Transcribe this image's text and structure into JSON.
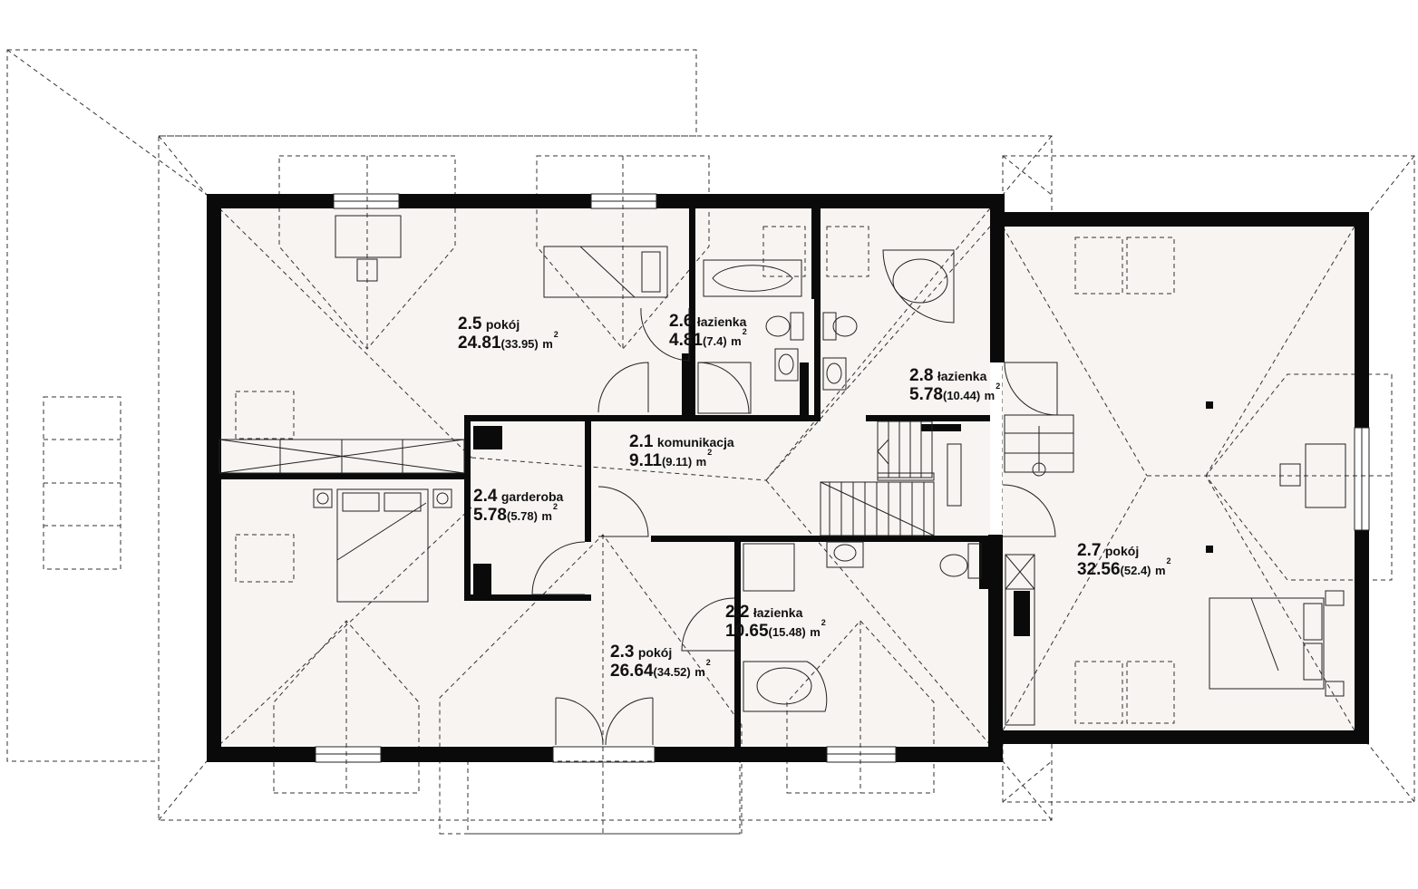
{
  "rooms": {
    "r21": {
      "num": "2.1",
      "name": "komunikacja",
      "area": "9.11",
      "total": "(9.11)",
      "unit": "m",
      "exp": "2"
    },
    "r22": {
      "num": "2.2",
      "name": "łazienka",
      "area": "10.65",
      "total": "(15.48)",
      "unit": "m",
      "exp": "2"
    },
    "r23": {
      "num": "2.3",
      "name": "pokój",
      "area": "26.64",
      "total": "(34.52)",
      "unit": "m",
      "exp": "2"
    },
    "r24": {
      "num": "2.4",
      "name": "garderoba",
      "area": "5.78",
      "total": "(5.78)",
      "unit": "m",
      "exp": "2"
    },
    "r25": {
      "num": "2.5",
      "name": "pokój",
      "area": "24.81",
      "total": "(33.95)",
      "unit": "m",
      "exp": "2"
    },
    "r26": {
      "num": "2.6",
      "name": "łazienka",
      "area": "4.81",
      "total": "(7.4)",
      "unit": "m",
      "exp": "2"
    },
    "r27": {
      "num": "2.7",
      "name": "pokój",
      "area": "32.56",
      "total": "(52.4)",
      "unit": "m",
      "exp": "2"
    },
    "r28": {
      "num": "2.8",
      "name": "łazienka",
      "area": "5.78",
      "total": "(10.44)",
      "unit": "m",
      "exp": "2"
    }
  },
  "colors": {
    "wall": "#0a0a0a",
    "floor": "#f7f4f1",
    "line": "#333333"
  }
}
